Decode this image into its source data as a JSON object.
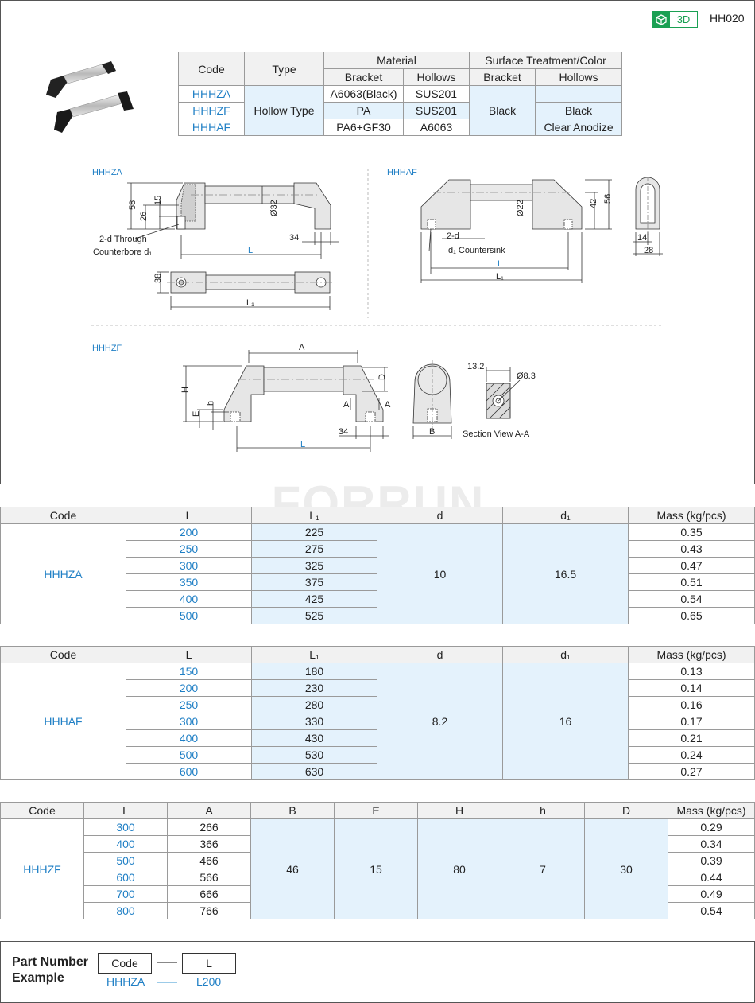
{
  "header": {
    "badge_label": "3D",
    "page_code": "HH020"
  },
  "spec_table": {
    "col_code": "Code",
    "col_type": "Type",
    "col_material": "Material",
    "col_surface": "Surface Treatment/Color",
    "sub_bracket": "Bracket",
    "sub_hollows": "Hollows",
    "type_value": "Hollow Type",
    "surface_bracket_value": "Black",
    "rows": [
      {
        "code": "HHHZA",
        "mat_bracket": "A6063(Black)",
        "mat_hollows": "SUS201",
        "sur_hollows": "—"
      },
      {
        "code": "HHHZF",
        "mat_bracket": "PA",
        "mat_hollows": "SUS201",
        "sur_hollows": "Black"
      },
      {
        "code": "HHHAF",
        "mat_bracket": "PA6+GF30",
        "mat_hollows": "A6063",
        "sur_hollows": "Clear Anodize"
      }
    ]
  },
  "drawings": {
    "label_hhhza": "HHHZA",
    "label_hhhaf": "HHHAF",
    "label_hhhzf": "HHHZF",
    "hhhza": {
      "d58": "58",
      "d26": "26",
      "d15": "15",
      "d32": "Ø32",
      "d34": "34",
      "d38": "38",
      "note1": "2-d Through",
      "note2": "Counterbore d₁",
      "L": "L",
      "L1": "L₁"
    },
    "hhhaf": {
      "d22": "Ø22",
      "d42": "42",
      "d56": "56",
      "d14": "14",
      "d28": "28",
      "note1": "2-d",
      "note2": "d₁ Countersink",
      "L": "L",
      "L1": "L₁"
    },
    "hhhzf": {
      "A": "A",
      "H": "H",
      "h": "h",
      "E": "E",
      "D": "D",
      "d34": "34",
      "L": "L",
      "B": "B",
      "d13": "13.2",
      "d83": "Ø8.3",
      "secA": "A",
      "section": "Section View A-A"
    }
  },
  "watermark": "FORRUN",
  "table_hhhza": {
    "headers": [
      "Code",
      "L",
      "L₁",
      "d",
      "d₁",
      "Mass (kg/pcs)"
    ],
    "code": "HHHZA",
    "d": "10",
    "d1": "16.5",
    "rows": [
      {
        "L": "200",
        "L1": "225",
        "mass": "0.35"
      },
      {
        "L": "250",
        "L1": "275",
        "mass": "0.43"
      },
      {
        "L": "300",
        "L1": "325",
        "mass": "0.47"
      },
      {
        "L": "350",
        "L1": "375",
        "mass": "0.51"
      },
      {
        "L": "400",
        "L1": "425",
        "mass": "0.54"
      },
      {
        "L": "500",
        "L1": "525",
        "mass": "0.65"
      }
    ]
  },
  "table_hhhaf": {
    "headers": [
      "Code",
      "L",
      "L₁",
      "d",
      "d₁",
      "Mass (kg/pcs)"
    ],
    "code": "HHHAF",
    "d": "8.2",
    "d1": "16",
    "rows": [
      {
        "L": "150",
        "L1": "180",
        "mass": "0.13"
      },
      {
        "L": "200",
        "L1": "230",
        "mass": "0.14"
      },
      {
        "L": "250",
        "L1": "280",
        "mass": "0.16"
      },
      {
        "L": "300",
        "L1": "330",
        "mass": "0.17"
      },
      {
        "L": "400",
        "L1": "430",
        "mass": "0.21"
      },
      {
        "L": "500",
        "L1": "530",
        "mass": "0.24"
      },
      {
        "L": "600",
        "L1": "630",
        "mass": "0.27"
      }
    ]
  },
  "table_hhhzf": {
    "headers": [
      "Code",
      "L",
      "A",
      "B",
      "E",
      "H",
      "h",
      "D",
      "Mass (kg/pcs)"
    ],
    "code": "HHHZF",
    "B": "46",
    "E": "15",
    "H": "80",
    "h": "7",
    "D": "30",
    "rows": [
      {
        "L": "300",
        "A": "266",
        "mass": "0.29"
      },
      {
        "L": "400",
        "A": "366",
        "mass": "0.34"
      },
      {
        "L": "500",
        "A": "466",
        "mass": "0.39"
      },
      {
        "L": "600",
        "A": "566",
        "mass": "0.44"
      },
      {
        "L": "700",
        "A": "666",
        "mass": "0.49"
      },
      {
        "L": "800",
        "A": "766",
        "mass": "0.54"
      }
    ]
  },
  "part_number": {
    "title_line1": "Part Number",
    "title_line2": "Example",
    "box_code": "Code",
    "box_l": "L",
    "example_code": "HHHZA",
    "example_l": "L200"
  }
}
